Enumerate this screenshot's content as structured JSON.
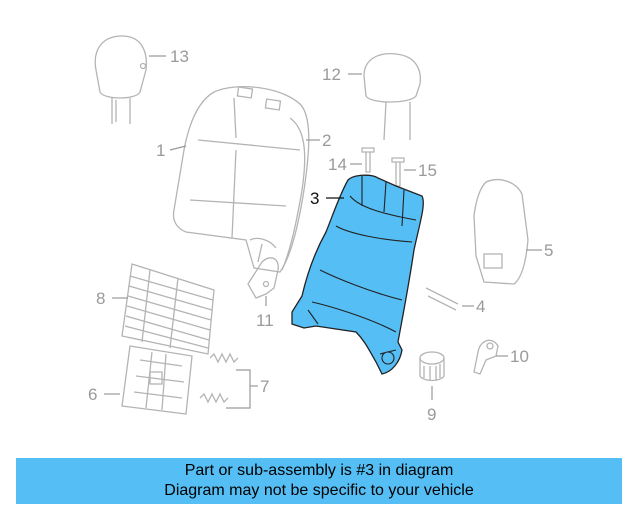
{
  "callouts": {
    "c1": "1",
    "c2": "2",
    "c3": "3",
    "c4": "4",
    "c5": "5",
    "c6": "6",
    "c7": "7",
    "c8": "8",
    "c9": "9",
    "c10": "10",
    "c11": "11",
    "c12": "12",
    "c13": "13",
    "c14": "14",
    "c15": "15"
  },
  "highlighted_part": "3",
  "colors": {
    "highlight": "#55bff5",
    "outline": "#b4b4b4",
    "banner": "#55bff5"
  },
  "banner": {
    "line1": "Part or sub-assembly is #3 in diagram",
    "line2": "Diagram may not be specific to your vehicle"
  }
}
